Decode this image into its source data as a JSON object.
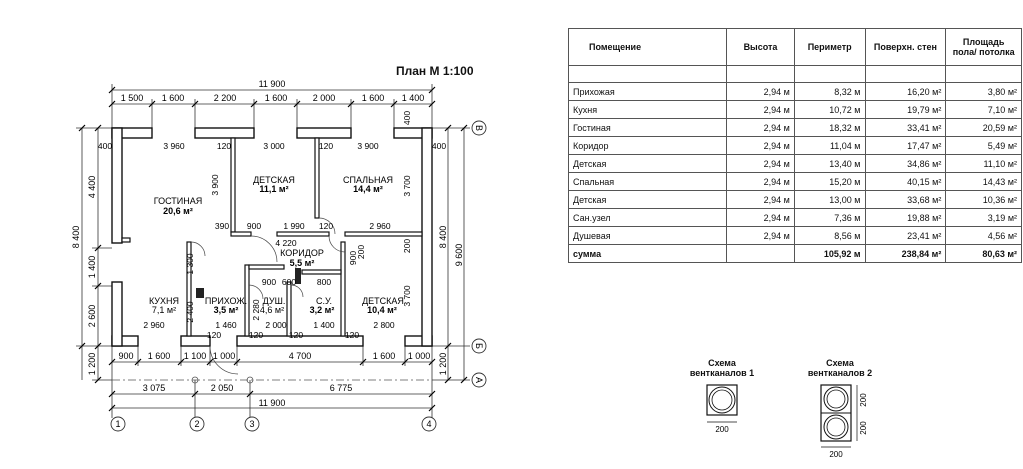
{
  "plan": {
    "title": "План М 1:100",
    "overall_width": "11 900",
    "overall_width_bottom": "11 900",
    "top_segments": [
      "1 500",
      "1 600",
      "2 200",
      "1 600",
      "2 000",
      "1 600",
      "1 400"
    ],
    "bottom_segments": [
      "900",
      "1 600",
      "1 100",
      "1 000",
      "4 700",
      "1 600",
      "1 000"
    ],
    "axis_segments": [
      "3 075",
      "2 050",
      "6 775"
    ],
    "left_overall": "8 400",
    "left_segments": [
      "4 400",
      "1 400",
      "2 600",
      "1 200"
    ],
    "right_overall": "9 600",
    "right_inner": "8 400",
    "right_segment": "1 200",
    "axes_numbers": [
      "1",
      "2",
      "3",
      "4"
    ],
    "axes_letters": [
      "В",
      "Б",
      "А"
    ],
    "rooms": [
      {
        "name": "ГОСТИНАЯ",
        "area": "20,6 м²"
      },
      {
        "name": "ДЕТСКАЯ",
        "area": "11,1 м²"
      },
      {
        "name": "СПАЛЬНАЯ",
        "area": "14,4 м²"
      },
      {
        "name": "КОРИДОР",
        "area": "5,5 м²"
      },
      {
        "name": "КУХНЯ",
        "area": "7,1 м²"
      },
      {
        "name": "ПРИХОЖ.",
        "area": "3,5 м²"
      },
      {
        "name": "ДУШ.",
        "area": "4,6 м²"
      },
      {
        "name": "С.У.",
        "area": "3,2 м²"
      },
      {
        "name": "ДЕТСКАЯ",
        "area": "10,4 м²"
      }
    ],
    "inner_dims": {
      "d3960": "3 960",
      "d120a": "120",
      "d3000": "3 000",
      "d120b": "120",
      "d3900a": "3 900",
      "d400a": "400",
      "d400b": "400",
      "d400c": "400",
      "d3900v": "3 900",
      "d3700a": "3 700",
      "d3700b": "3 700",
      "d390": "390",
      "d900a": "900",
      "d1990": "1 990",
      "d120c": "120",
      "d2960a": "2 960",
      "d4220": "4 220",
      "d1300": "1 300",
      "d2400": "2 400",
      "d200a": "200",
      "d200b": "200",
      "d900b": "900",
      "d600": "600",
      "d800a": "800",
      "d900c": "900",
      "d2280": "2 280",
      "d120d": "120",
      "d120e": "120",
      "d2960b": "2 960",
      "d1460": "1 460",
      "d2000": "2 000",
      "d1400": "1 400",
      "d2800": "2 800",
      "d120f": "120",
      "d120g": "120",
      "d120h": "120",
      "d120i": "120"
    }
  },
  "table": {
    "headers": [
      "Помещение",
      "Высота",
      "Периметр",
      "Поверхн. стен",
      "Площадь пола/ потолка"
    ],
    "rows": [
      [
        "Прихожая",
        "2,94 м",
        "8,32 м",
        "16,20 м²",
        "3,80 м²"
      ],
      [
        "Кухня",
        "2,94 м",
        "10,72 м",
        "19,79 м²",
        "7,10 м²"
      ],
      [
        "Гостиная",
        "2,94 м",
        "18,32 м",
        "33,41 м²",
        "20,59 м²"
      ],
      [
        "Коридор",
        "2,94 м",
        "11,04 м",
        "17,47 м²",
        "5,49 м²"
      ],
      [
        "Детская",
        "2,94 м",
        "13,40 м",
        "34,86 м²",
        "11,10 м²"
      ],
      [
        "Спальная",
        "2,94 м",
        "15,20 м",
        "40,15 м²",
        "14,43 м²"
      ],
      [
        "Детская",
        "2,94 м",
        "13,00 м",
        "33,68 м²",
        "10,36 м²"
      ],
      [
        "Сан.узел",
        "2,94 м",
        "7,36 м",
        "19,88 м²",
        "3,19 м²"
      ],
      [
        "Душевая",
        "2,94 м",
        "8,56 м",
        "23,41 м²",
        "4,56 м²"
      ]
    ],
    "sum": [
      "сумма",
      "",
      "105,92 м",
      "238,84 м²",
      "80,63 м²"
    ]
  },
  "schemes": [
    {
      "title": "Схема вентканалов 1",
      "dim": "200"
    },
    {
      "title": "Схема вентканалов 2",
      "dim_w": "200",
      "dim_h1": "200",
      "dim_h2": "200"
    }
  ]
}
